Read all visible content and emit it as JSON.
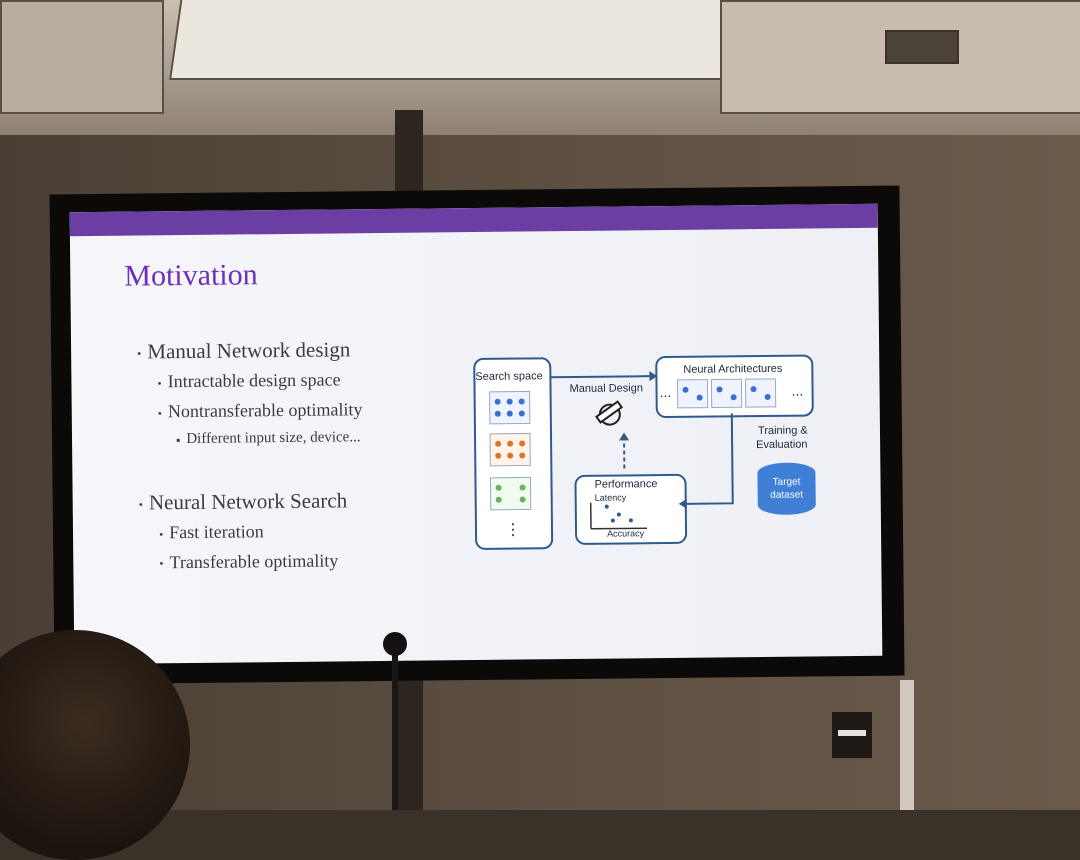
{
  "slide": {
    "title": "Motivation",
    "bullets": {
      "b1": "Manual Network design",
      "b1a": "Intractable design space",
      "b1b": "Nontransferable optimality",
      "b1b_i": "Different input size, device...",
      "b2": "Neural Network Search",
      "b2a": "Fast iteration",
      "b2b": "Transferable optimality"
    },
    "diagram": {
      "search_space": "Search space",
      "manual_design": "Manual Design",
      "neural_architectures": "Neural Architectures",
      "ellipsis": "...",
      "training": "Training &",
      "evaluation": "Evaluation",
      "target": "Target",
      "dataset": "dataset",
      "performance": "Performance",
      "latency": "Latency",
      "accuracy": "Accuracy",
      "vdots": "⋮"
    }
  },
  "colors": {
    "title": "#6c2fbf",
    "bar": "#6b3ea3",
    "diagram_stroke": "#2f5a8e",
    "node_blue": "#3a6fd0",
    "node_orange": "#e0742b",
    "node_green": "#6bb35a"
  }
}
